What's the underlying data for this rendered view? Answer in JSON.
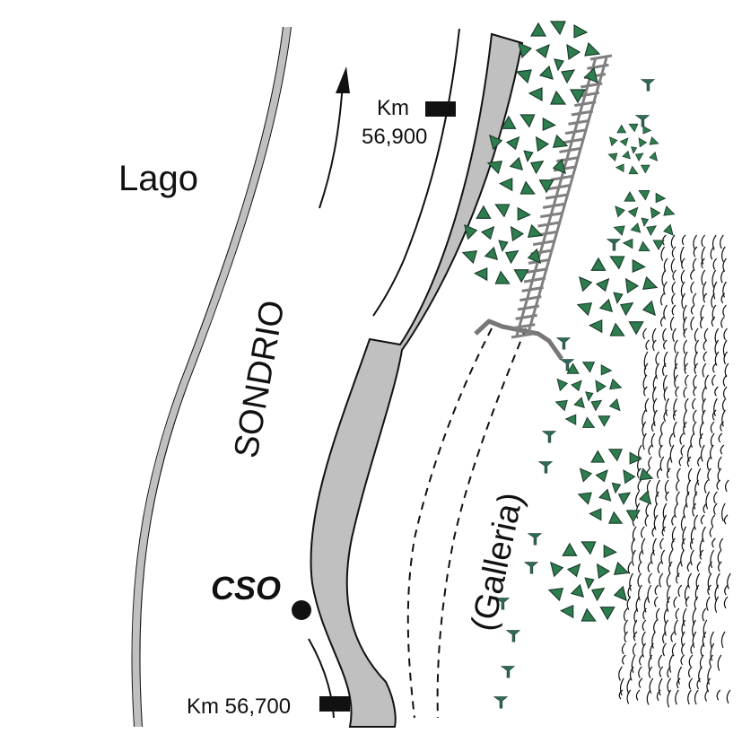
{
  "labels": {
    "lake": "Lago",
    "road_name": "SONDRIO",
    "tunnel": "(Galleria)",
    "point_name": "CSO",
    "km_upper_prefix": "Km",
    "km_upper_value": "56,900",
    "km_lower": "Km 56,700"
  },
  "colors": {
    "shoulder_gray": "#c0c0c0",
    "rail_gray": "#808080",
    "foliage_green": "#2e7d4f",
    "sapling_green": "#2f6b5a",
    "ink": "#111111"
  },
  "icons": {
    "direction": "arrow-up-icon",
    "km_marker": "km-marker-icon",
    "tree": "tree-icon",
    "sapling": "sapling-icon",
    "slope": "slope-hatching-icon",
    "point": "station-dot-icon"
  }
}
